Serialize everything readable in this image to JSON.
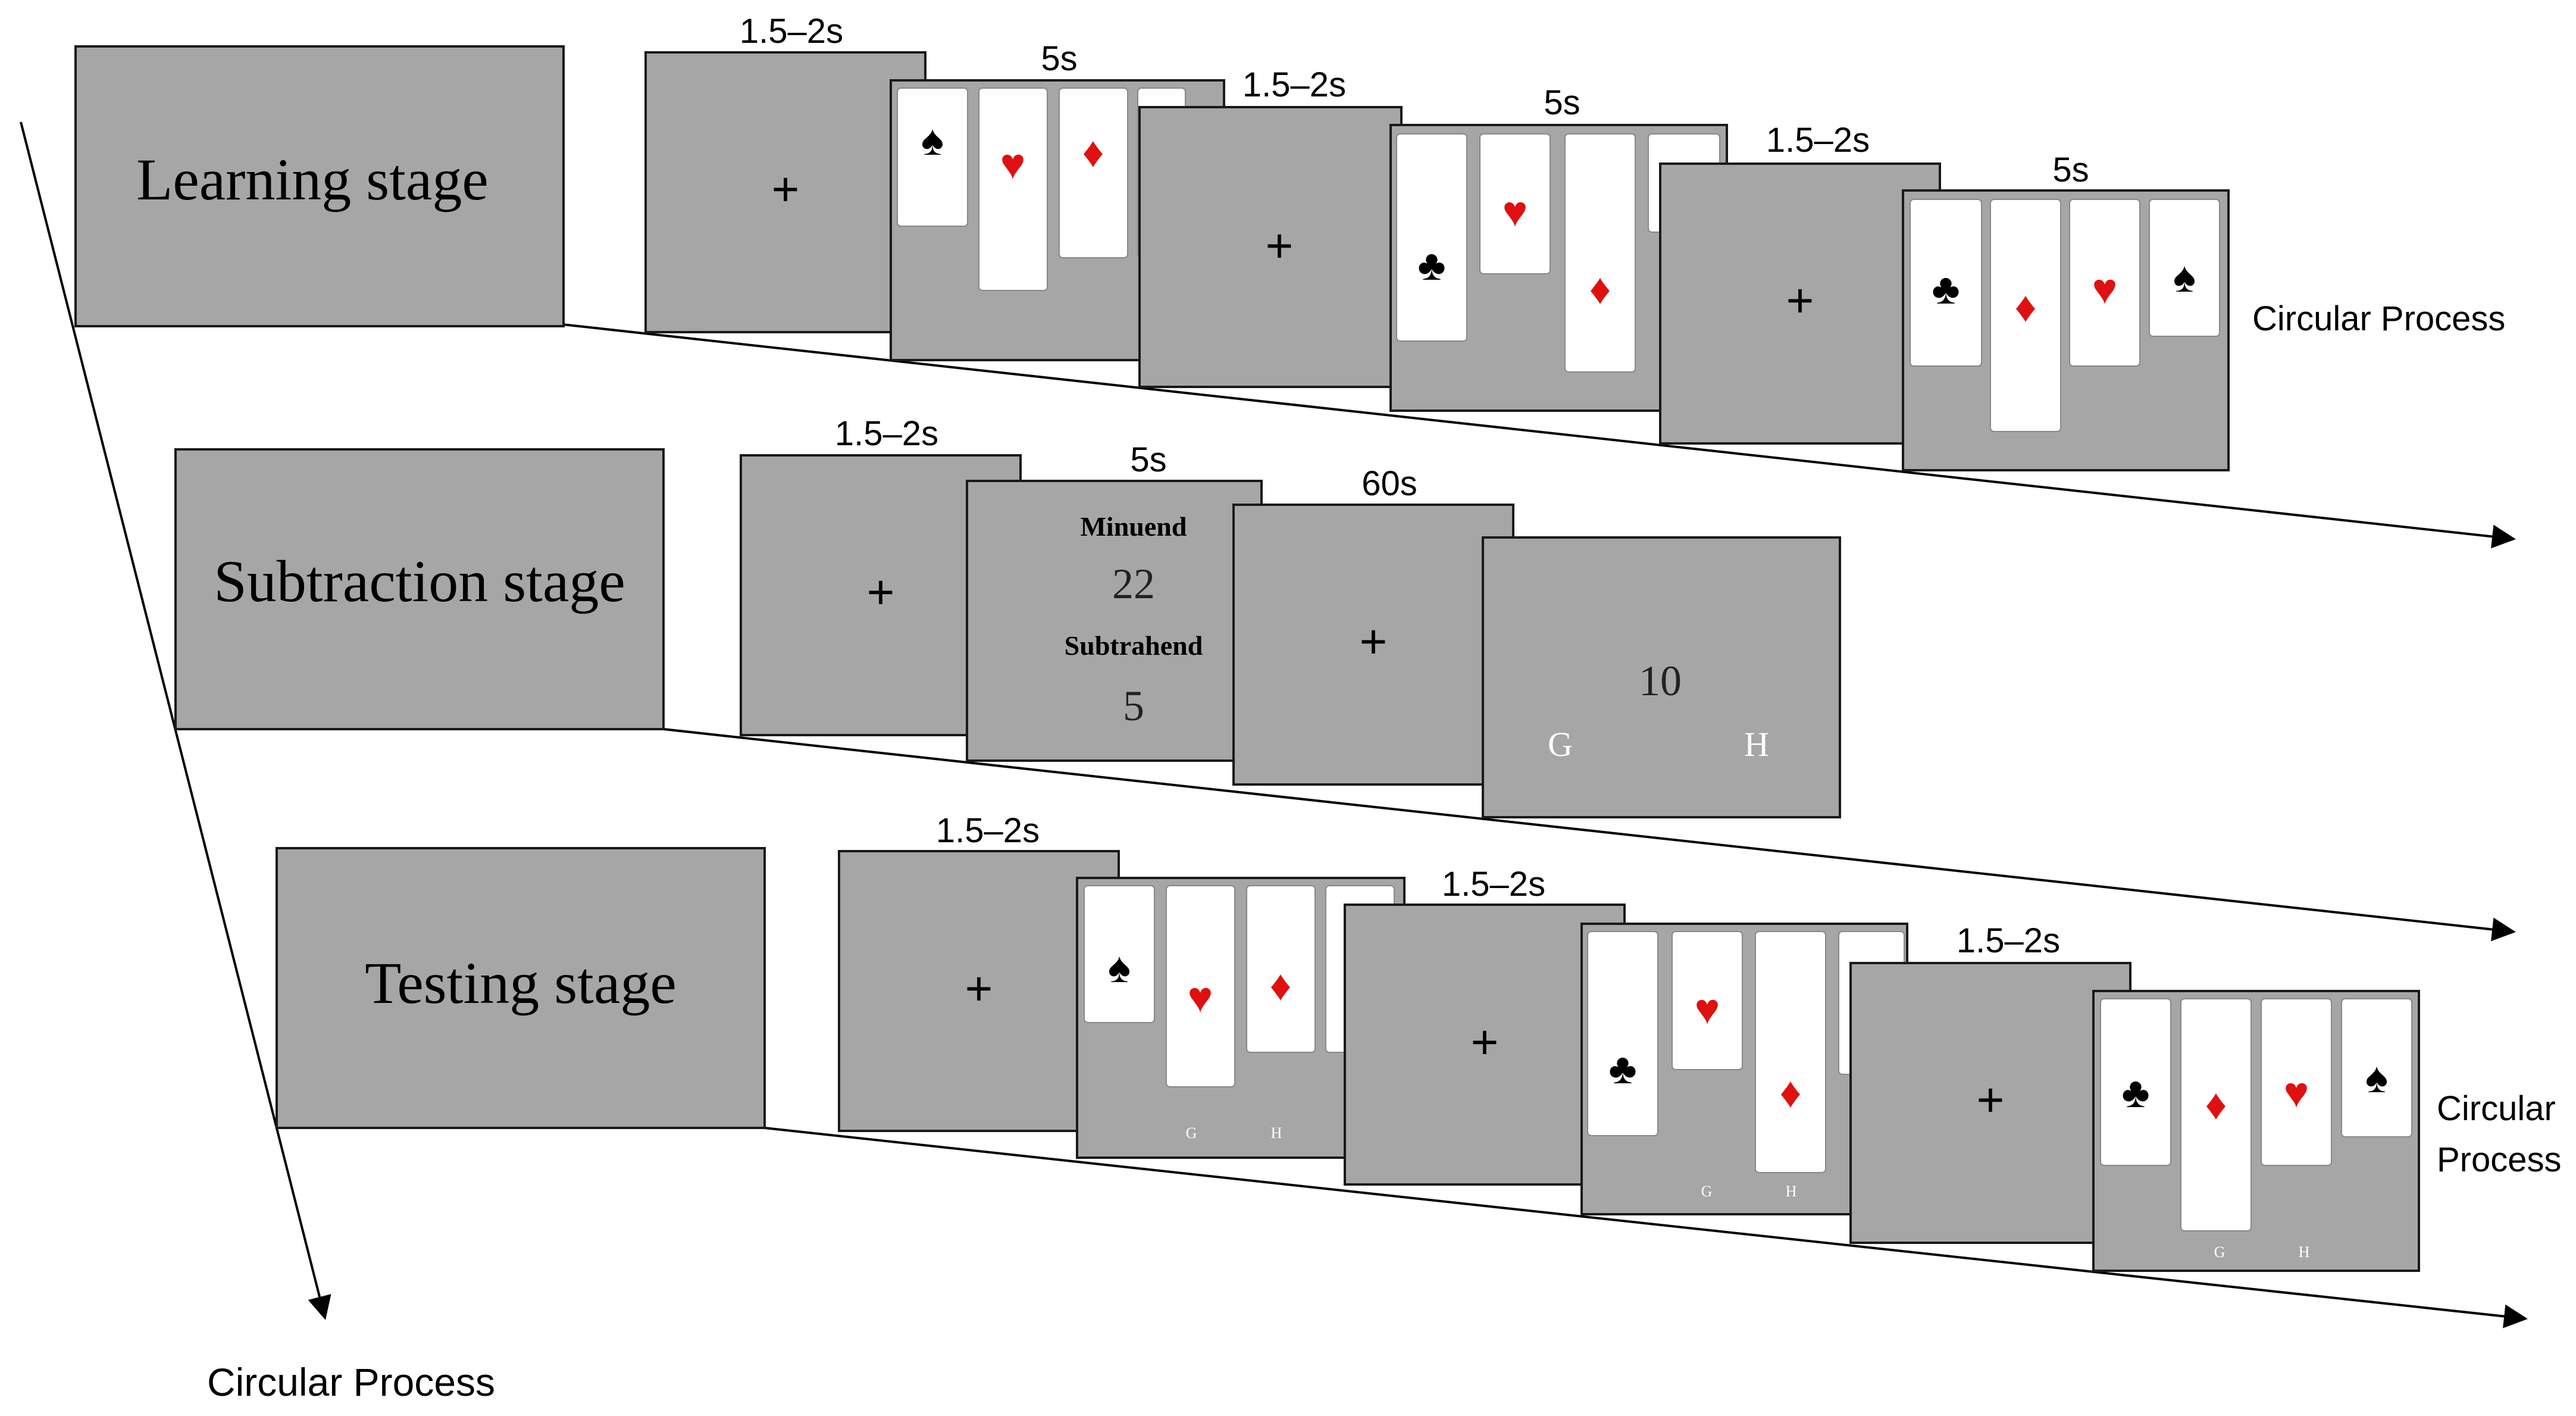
{
  "stages": {
    "learning": {
      "title": "Learning stage",
      "fixation_symbol": "+",
      "durations": [
        "1.5–2s",
        "5s",
        "1.5–2s",
        "5s",
        "1.5–2s",
        "5s"
      ],
      "end_label": "Circular Process"
    },
    "subtraction": {
      "title": "Subtraction stage",
      "fixation_symbol": "+",
      "durations": [
        "1.5–2s",
        "5s",
        "60s"
      ],
      "minuend_label": "Minuend",
      "minuend_value": "22",
      "subtrahend_label": "Subtrahend",
      "subtrahend_value": "5",
      "answer_value": "10",
      "key_left": "G",
      "key_right": "H"
    },
    "testing": {
      "title": "Testing stage",
      "fixation_symbol": "+",
      "durations": [
        "1.5–2s",
        "1.5–2s",
        "1.5–2s"
      ],
      "key_left": "G",
      "key_right": "H",
      "end_label_line1": "Circular",
      "end_label_line2": "Process"
    }
  },
  "bottom_label": "Circular Process",
  "colors": {
    "screen_gray": "#a6a6a6",
    "card_red": "#e01010",
    "card_black": "#000000"
  }
}
